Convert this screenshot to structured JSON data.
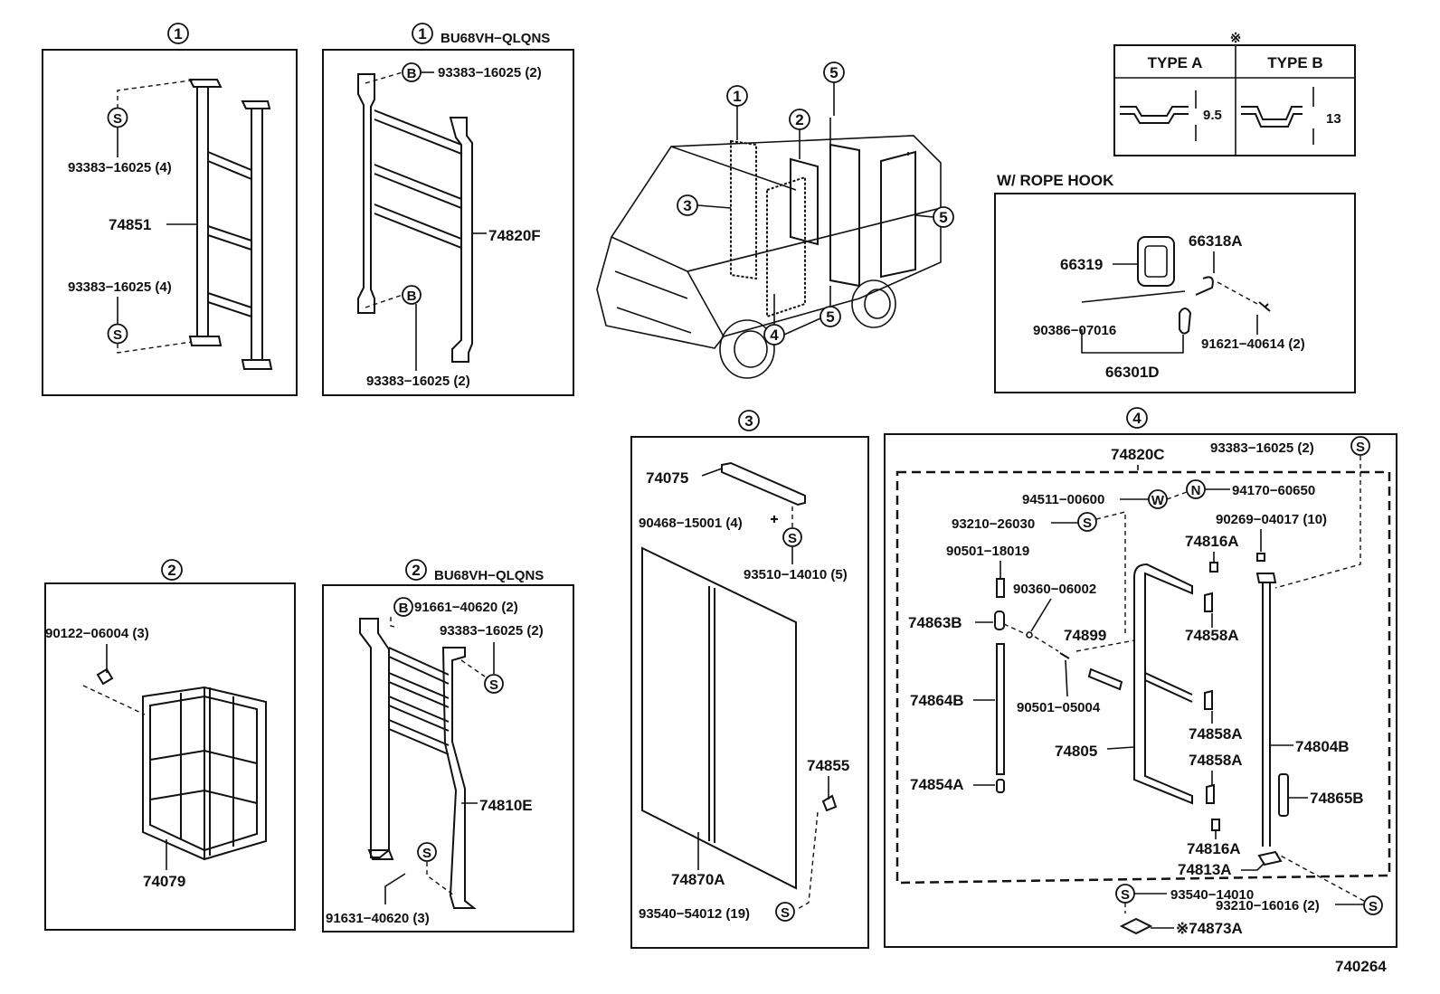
{
  "symbols": {
    "s": "S",
    "b": "B",
    "w": "W",
    "n": "N"
  },
  "box1": {
    "num": "1",
    "labels": {
      "p1": "93383−16025 (4)",
      "p2": "74851",
      "p3": "93383−16025 (4)"
    }
  },
  "box1b": {
    "num": "1",
    "suffix": "BU68VH−QLQNS",
    "labels": {
      "p1": "93383−16025 (2)",
      "p2": "74820F",
      "p3": "93383−16025 (2)"
    }
  },
  "van": {
    "c1": "1",
    "c2": "2",
    "c3": "3",
    "c4": "4",
    "c5a": "5",
    "c5b": "5",
    "c5c": "5"
  },
  "types": {
    "mark": "※",
    "a": "TYPE  A",
    "b": "TYPE  B",
    "a_dim": "9.5",
    "b_dim": "13"
  },
  "rope": {
    "title": "W/ ROPE  HOOK",
    "labels": {
      "p1": "66319",
      "p2": "66318A",
      "p3": "90386−07016",
      "p4": "91621−40614 (2)",
      "p5": "66301D"
    }
  },
  "box2": {
    "num": "2",
    "labels": {
      "p1": "90122−06004 (3)",
      "p2": "74079"
    }
  },
  "box2b": {
    "num": "2",
    "suffix": "BU68VH−QLQNS",
    "labels": {
      "p1": "91661−40620 (2)",
      "p2": "93383−16025 (2)",
      "p3": "74810E",
      "p4": "91631−40620 (3)"
    }
  },
  "box3": {
    "num": "3",
    "labels": {
      "p1": "74075",
      "p2": "90468−15001 (4)",
      "p3": "93510−14010 (5)",
      "p4": "74855",
      "p5": "74870A",
      "p6": "93540−54012 (19)"
    }
  },
  "box4": {
    "num": "4",
    "labels": {
      "p1": "74820C",
      "p2": "93383−16025 (2)",
      "p3": "94511−00600",
      "p4": "94170−60650",
      "p5": "93210−26030",
      "p6": "90269−04017 (10)",
      "p7": "90501−18019",
      "p8": "74816A",
      "p9": "90360−06002",
      "p10": "74863B",
      "p11": "74899",
      "p12": "74858A",
      "p13": "74864B",
      "p14": "90501−05004",
      "p15": "74858A",
      "p16": "74805",
      "p17": "74858A",
      "p18": "74804B",
      "p19": "74854A",
      "p20": "74865B",
      "p21": "74816A",
      "p22": "74813A",
      "p23": "93540−14010",
      "p24": "93210−16016 (2)",
      "p25": "※74873A"
    }
  },
  "figure_code": "740264"
}
